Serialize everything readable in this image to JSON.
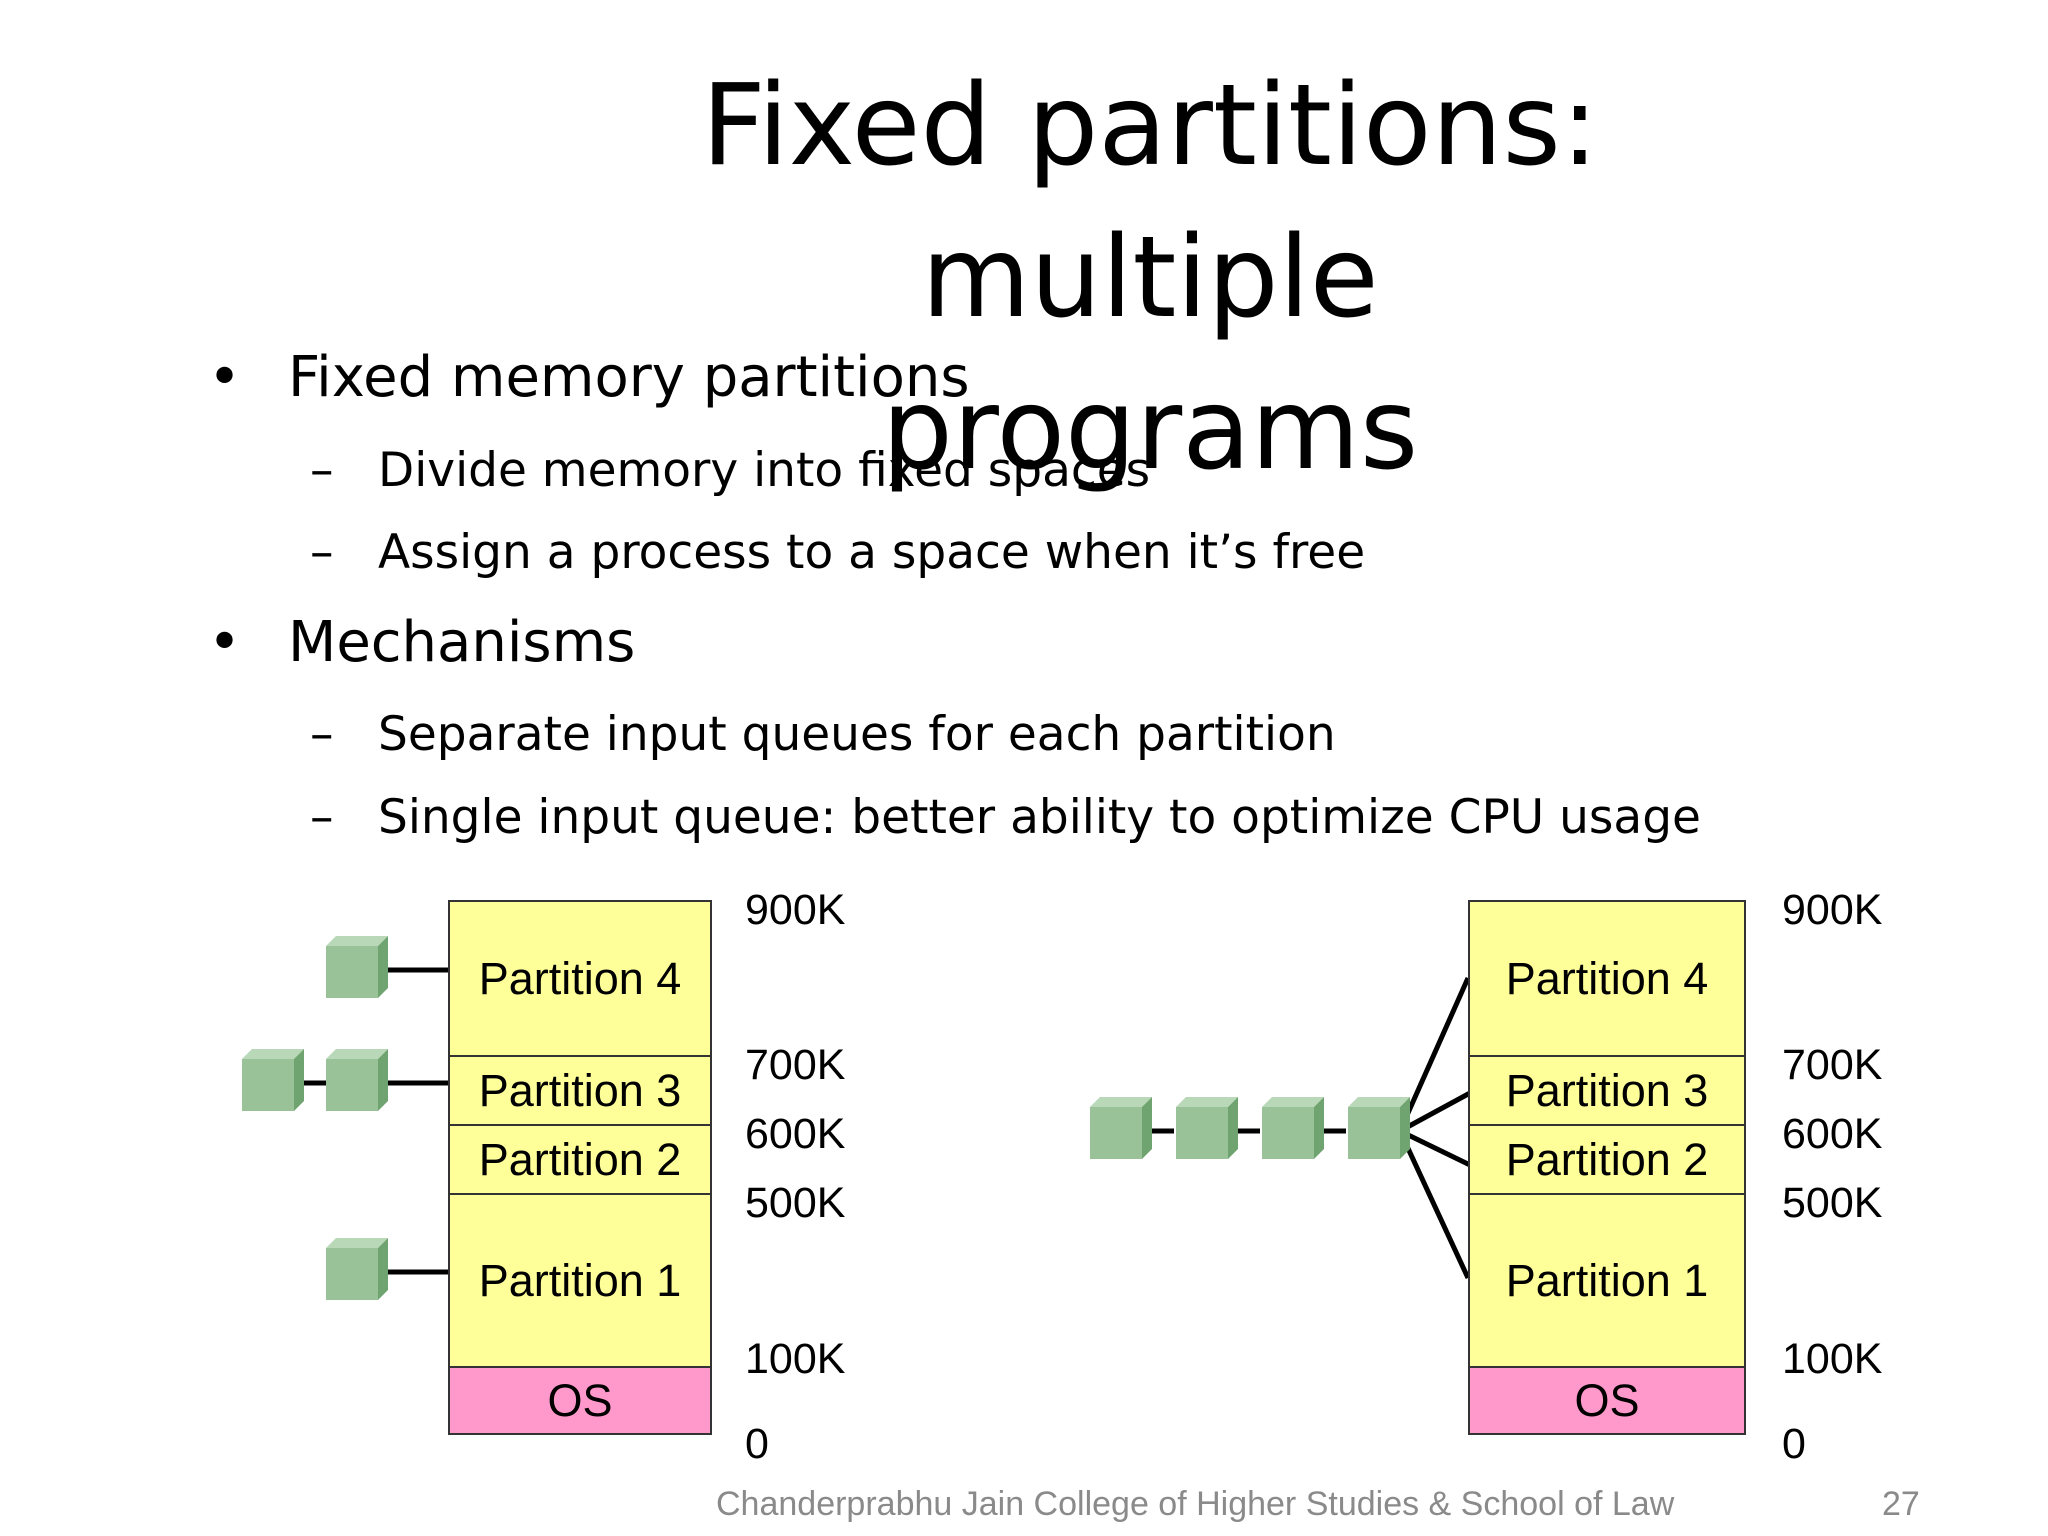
{
  "slide": {
    "title_line1": "Fixed partitions: multiple",
    "title_line2": "programs",
    "bullets": [
      {
        "text": "Fixed memory partitions",
        "sub": [
          "Divide memory into fixed spaces",
          "Assign a process to a space when it’s free"
        ]
      },
      {
        "text": "Mechanisms",
        "sub": [
          "Separate input queues for each partition",
          "Single input queue: better ability to optimize CPU usage"
        ]
      }
    ],
    "bullet_mark": "•",
    "sub_mark": "–"
  },
  "memory_left": {
    "partitions": [
      "Partition 4",
      "Partition 3",
      "Partition 2",
      "Partition 1",
      "OS"
    ],
    "addresses": [
      "900K",
      "700K",
      "600K",
      "500K",
      "100K",
      "0"
    ]
  },
  "memory_right": {
    "partitions": [
      "Partition 4",
      "Partition 3",
      "Partition 2",
      "Partition 1",
      "OS"
    ],
    "addresses": [
      "900K",
      "700K",
      "600K",
      "500K",
      "100K",
      "0"
    ]
  },
  "colors": {
    "partition_fill": "#ffff99",
    "os_fill": "#ff99cc",
    "job_fill": "#99c299"
  },
  "footer": {
    "institution": "Chanderprabhu Jain College of Higher Studies & School of Law",
    "page_number": "27"
  }
}
